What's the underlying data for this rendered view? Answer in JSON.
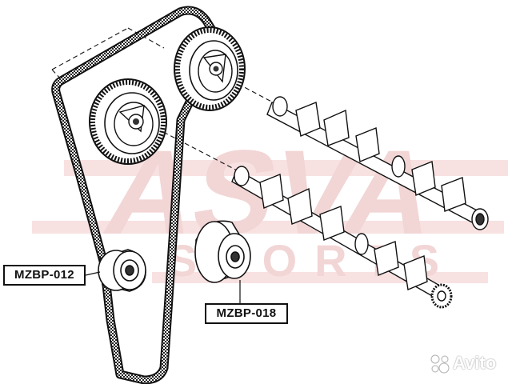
{
  "callouts": {
    "tensioner_idler": "MZBP-012",
    "belt_pulley": "MZBP-018"
  },
  "watermarks": {
    "brand": "ASVA",
    "sub": "SPORTS",
    "avito": "Avito"
  },
  "colors": {
    "line": "#111111",
    "watermark": "#e9b3b3",
    "background": "#ffffff"
  },
  "icons": {
    "avito_logo": "four-dots-icon"
  }
}
